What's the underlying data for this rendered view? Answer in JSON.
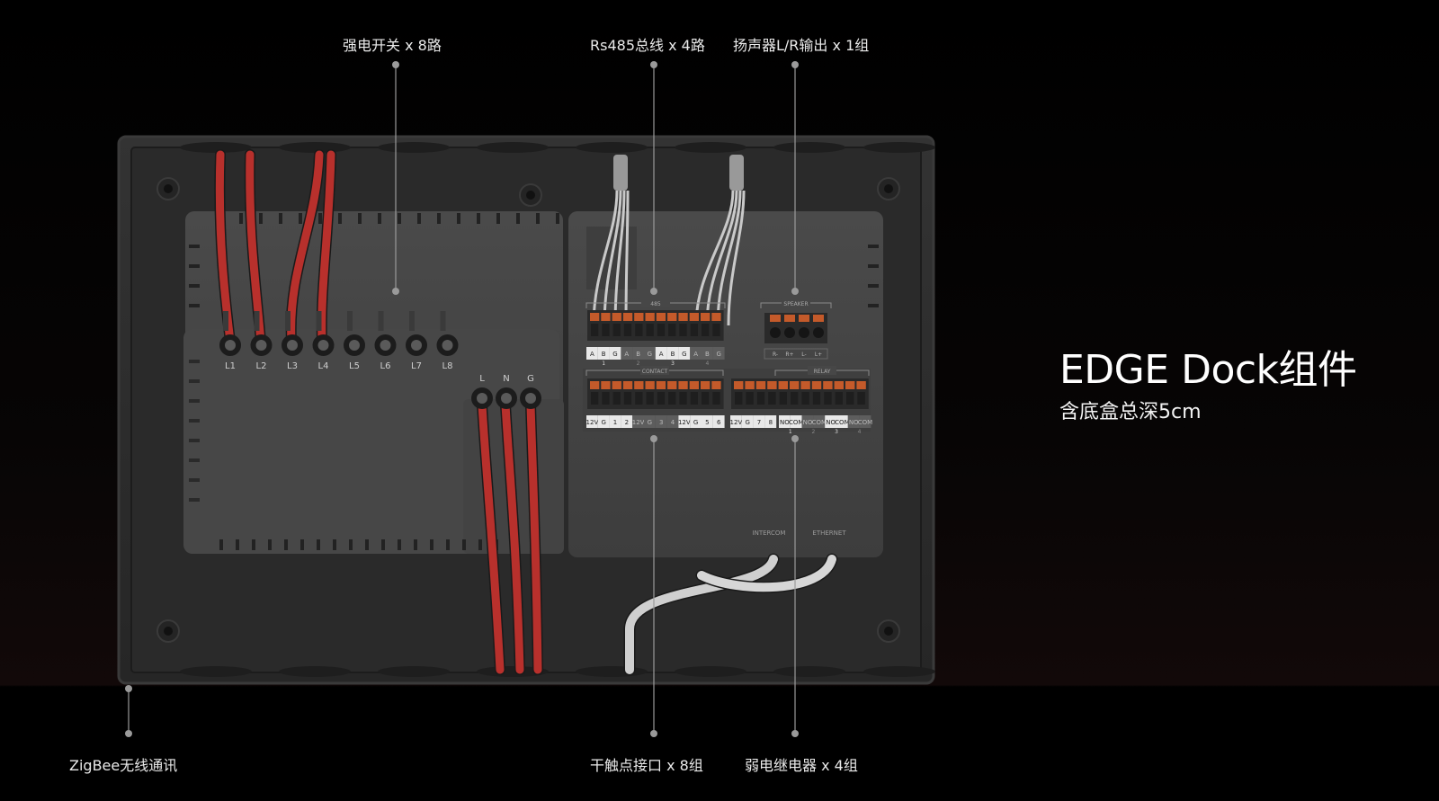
{
  "product": {
    "title": "EDGE Dock组件",
    "subtitle": "含底盒总深5cm"
  },
  "callouts": {
    "high_voltage_switch": "强电开关 x 8路",
    "rs485_bus": "Rs485总线 x 4路",
    "speaker_output": "扬声器L/R输出 x 1组",
    "zigbee": "ZigBee无线通讯",
    "dry_contact": "干触点接口 x 8组",
    "weak_relay": "弱电继电器 x 4组"
  },
  "board": {
    "switch_terminals": [
      "L1",
      "L2",
      "L3",
      "L4",
      "L5",
      "L6",
      "L7",
      "L8"
    ],
    "power_terminals": [
      "L",
      "N",
      "G"
    ],
    "section_485": "485",
    "section_speaker": "SPEAKER",
    "section_contact": "CONTACT",
    "section_relay": "RELAY",
    "bus_pins": [
      "A",
      "B",
      "G",
      "A",
      "B",
      "G",
      "A",
      "B",
      "G",
      "A",
      "B",
      "G"
    ],
    "bus_numbers": [
      "1",
      "2",
      "3",
      "4"
    ],
    "speaker_pins": [
      "R-",
      "R+",
      "L-",
      "L+"
    ],
    "contact_pins_1": [
      "12V",
      "G",
      "1",
      "2",
      "12V",
      "G",
      "3",
      "4",
      "12V",
      "G",
      "5",
      "6"
    ],
    "contact_pins_2": [
      "12V",
      "G",
      "7",
      "8"
    ],
    "relay_pins": [
      "NO",
      "COM",
      "NO",
      "COM",
      "NO",
      "COM",
      "NO",
      "COM"
    ],
    "relay_numbers": [
      "1",
      "2",
      "3",
      "4"
    ],
    "port_intercom": "INTERCOM",
    "port_ethernet": "ETHERNET"
  },
  "colors": {
    "background": "#000000",
    "housing": "#2b2b2b",
    "module": "#454545",
    "wire_red": "#b8302c",
    "wire_grey": "#c9c9c9",
    "terminal_orange": "#c45a2a",
    "callout_dot": "#9a9a9a"
  }
}
